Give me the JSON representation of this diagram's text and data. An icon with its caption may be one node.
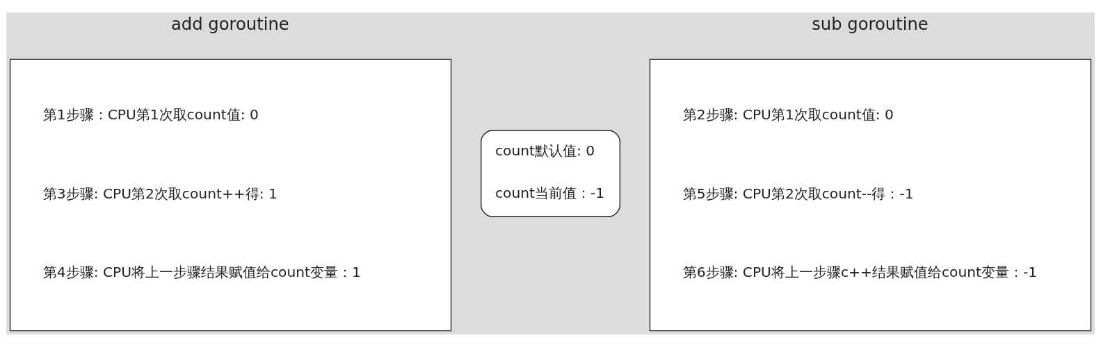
{
  "diagram": {
    "nodes": [
      {
        "text": [
          "add goroutine",
          "第1步骤：CPU第1次取count值: 0",
          "第3步骤: CPU第2次取count++得: 1",
          "第4步骤: CPU将上一步骤结果赋值给count变量：1"
        ]
      },
      {
        "text": [
          "count默认值: 0",
          "count当前值：-1"
        ]
      },
      {
        "text": [
          "sub goroutine",
          "第2步骤: CPU第1次取count值: 0",
          "第5步骤: CPU第2次取count--得：-1",
          "第6步骤: CPU将上一步骤c++结果赋值给count变量：-1"
        ]
      }
    ]
  }
}
